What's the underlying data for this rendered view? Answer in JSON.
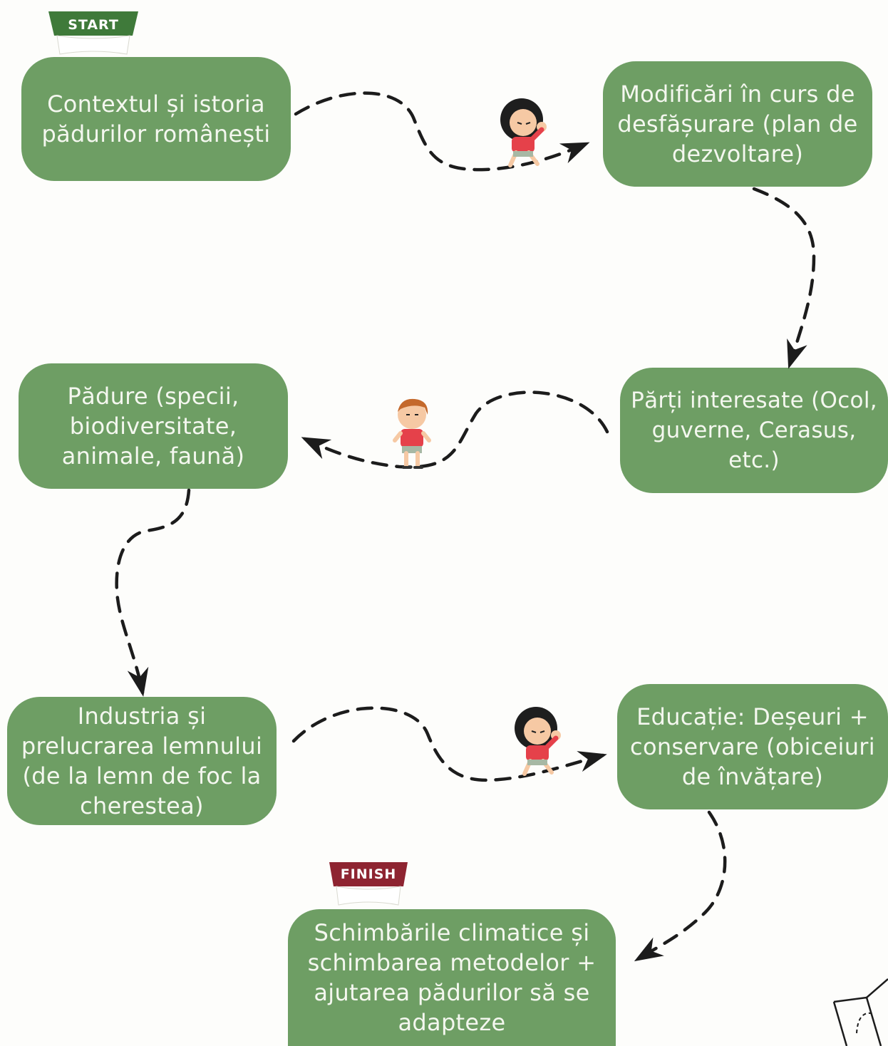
{
  "flags": {
    "start": {
      "label": "START",
      "color": "#3f7a3a"
    },
    "finish": {
      "label": "FINISH",
      "color": "#8e2431"
    }
  },
  "nodes": [
    {
      "id": "context-history",
      "text": "Contextul și istoria\npădurilor românești"
    },
    {
      "id": "ongoing-changes",
      "text": "Modificări în curs de\ndesfășurare (plan de\ndezvoltare)"
    },
    {
      "id": "stakeholders",
      "text": "Părți interesate (Ocol,\nguverne, Cerasus, etc.)"
    },
    {
      "id": "forest",
      "text": "Pădure (specii,\nbiodiversitate,\nanimale, faună)"
    },
    {
      "id": "wood-industry",
      "text": "Industria și\nprelucrarea lemnului\n(de la lemn de foc la\ncherestea)"
    },
    {
      "id": "education",
      "text": "Educație: Deșeuri +\nconservare (obiceiuri\nde învățare)"
    },
    {
      "id": "climate-change",
      "text": "Schimbările climatice și\nschimbarea metodelor +\najutarea pădurilor să se\nadapteze"
    }
  ],
  "colors": {
    "node": "#6e9e64",
    "node_text": "#f4f7ef",
    "arrow": "#1c1c1c"
  }
}
